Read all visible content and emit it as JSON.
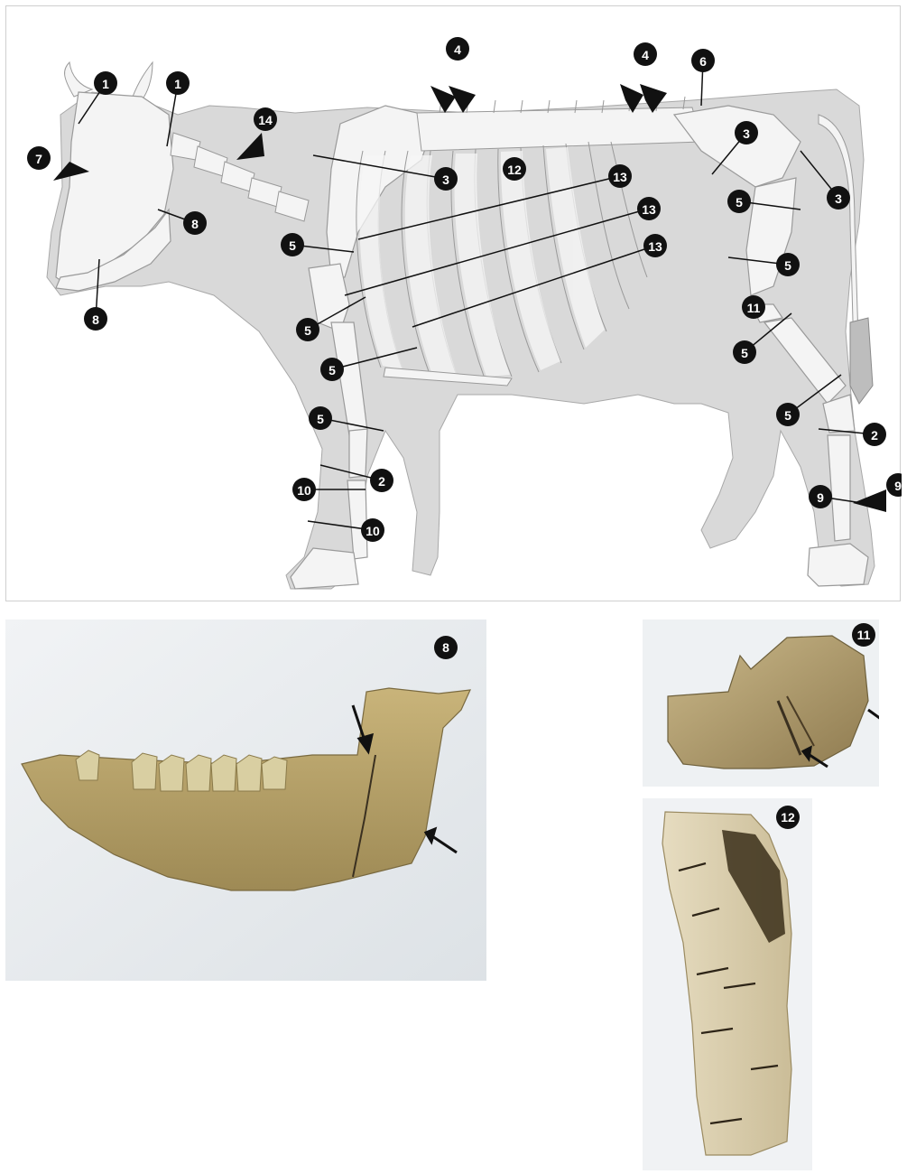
{
  "diagram": {
    "markers": [
      "1",
      "1",
      "4",
      "4",
      "6",
      "14",
      "7",
      "3",
      "12",
      "13",
      "3",
      "3",
      "8",
      "13",
      "5",
      "5",
      "13",
      "5",
      "8",
      "5",
      "11",
      "5",
      "5",
      "5",
      "5",
      "2",
      "10",
      "2",
      "10",
      "9",
      "9"
    ],
    "colors": {
      "silhouette": "#d9d9d9",
      "bone": "#f4f4f4",
      "outline": "#9a9a9a",
      "marker": "#111111",
      "leader": "#111111"
    }
  },
  "photos": [
    {
      "label": "8",
      "subject": "mandible"
    },
    {
      "label": "11",
      "subject": "bone-fragment"
    },
    {
      "label": "12",
      "subject": "bone-shaft"
    }
  ]
}
